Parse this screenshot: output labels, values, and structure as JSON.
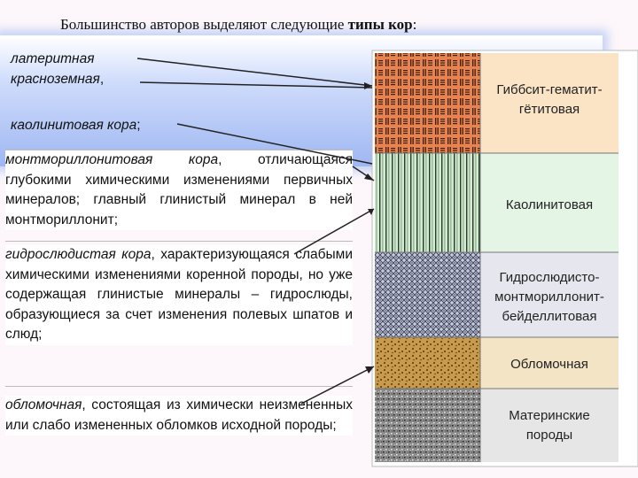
{
  "title": {
    "normal": "Большинство авторов выделяют следующие",
    "bold": "типы кор",
    "tail": ":"
  },
  "items": [
    {
      "term": "латеритная"
    },
    {
      "term": "красноземная",
      "tail": ","
    },
    {
      "term": "каолинитовая кора",
      "tail": ";"
    },
    {
      "term": "монтмориллонитовая кора",
      "tail": ", отличающаяся глубокими химическими изменениями первичных минералов; главный глинистый минерал в ней монтмориллонит;"
    },
    {
      "term": "гидрослюдистая кора",
      "tail": ", характеризующаяся слабыми химическими изменениями коренной породы, но уже содержащая глинистые минералы – гидрослюды, образующиеся за счет изменения полевых шпатов и слюд;"
    },
    {
      "term": "обломочная",
      "tail": ", состоящая из химически неизмененных или слабо измененных обломков исходной породы;"
    }
  ],
  "profile_labels": [
    {
      "lines": [
        "Гиббсит-гематит-",
        "гётитовая"
      ]
    },
    {
      "lines": [
        "Каолинитовая"
      ]
    },
    {
      "lines": [
        "Гидрослюдисто-",
        "монтмориллонит-",
        "бейделлитовая"
      ]
    },
    {
      "lines": [
        "Обломочная"
      ]
    },
    {
      "lines": [
        "Материнские",
        "породы"
      ]
    }
  ],
  "colors": {
    "gibbsite": "#e8824e",
    "kaolinite": "#d2ecd2",
    "hydromica": "#9aa0b4",
    "clastic": "#c99a4c",
    "parent": "#8a8a8a",
    "band": "#9fb7f2"
  }
}
